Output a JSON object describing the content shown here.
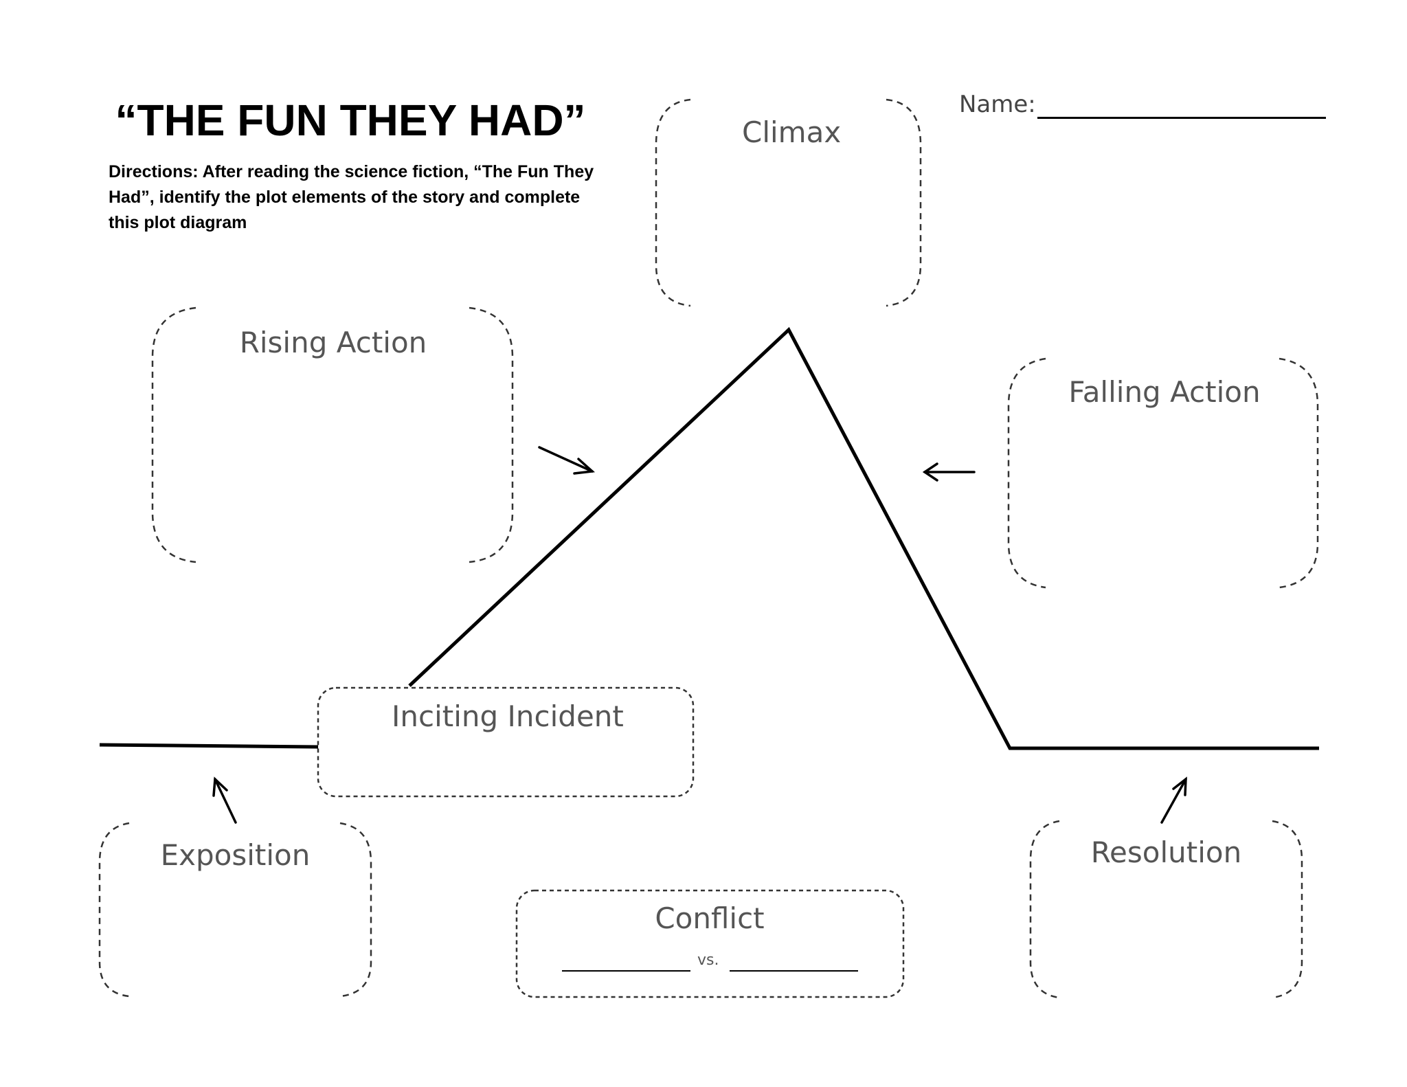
{
  "worksheet": {
    "title": "“THE FUN THEY HAD”",
    "directions": "Directions: After reading the science fiction, “The Fun They Had”, identify the plot elements of the story and complete this plot diagram",
    "name_label": "Name:"
  },
  "plot_diagram": {
    "climax": "Climax",
    "rising_action": "Rising Action",
    "falling_action": "Falling Action",
    "inciting_incident": "Inciting Incident",
    "exposition": "Exposition",
    "resolution": "Resolution",
    "conflict": "Conflict",
    "vs": "vs."
  }
}
